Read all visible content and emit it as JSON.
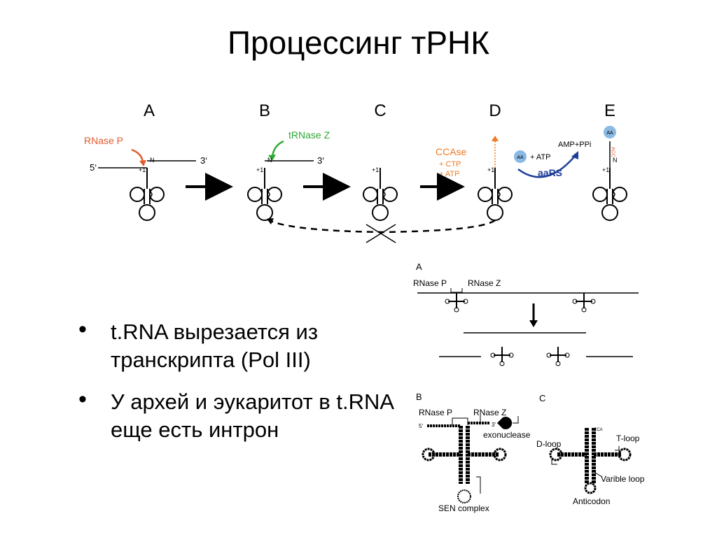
{
  "title": "Процессинг тРНК",
  "top_diagram": {
    "stage_labels": [
      "A",
      "B",
      "C",
      "D",
      "E"
    ],
    "rnase_p": "RNase P",
    "trnase_z": "tRNase Z",
    "five_prime": "5‘",
    "three_prime": "3‘",
    "n_label": "N",
    "plus_one": "+1",
    "ccase": "CCAse",
    "ctp": "+ CTP",
    "atp": "+ ATP",
    "aa": "AA",
    "atp2": "+ ATP",
    "amp_ppi": "AMP+PPi",
    "aars": "aaRS",
    "acc": "ACC",
    "colors": {
      "red": "#e05a2b",
      "green": "#2fa836",
      "orange": "#f07a22",
      "blue": "#1f3f99",
      "light_blue": "#8ab9e4"
    }
  },
  "bullets": [
    "t.RNA вырезается из транскрипта (Pol III)",
    "У архей и эукаритот в t.RNA еще есть интрон"
  ],
  "side_diagram": {
    "panel_a": "A",
    "panel_b": "B",
    "panel_c": "C",
    "rnase_p": "RNase P",
    "rnase_z": "RNase Z",
    "five_prime": "5'",
    "three_prime": "3'",
    "exonuclease": "exonuclease",
    "sen_complex": "SEN complex",
    "d_loop": "D-loop",
    "t_loop": "T-loop",
    "variable_loop": "Varible loop",
    "anticodon": "Anticodon",
    "cca": "CCA"
  }
}
